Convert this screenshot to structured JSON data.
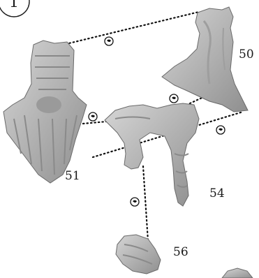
{
  "step": {
    "number": "1"
  },
  "parts": [
    {
      "id": "torso",
      "label": "51"
    },
    {
      "id": "cloak",
      "label": "50"
    },
    {
      "id": "legs",
      "label": "54"
    },
    {
      "id": "base-piece",
      "label": "56"
    }
  ],
  "glue_icon": "glue-drop-icon",
  "colors": {
    "part": "#b8b8b8",
    "part_shadow": "#7a7a7a",
    "line": "#111111"
  }
}
